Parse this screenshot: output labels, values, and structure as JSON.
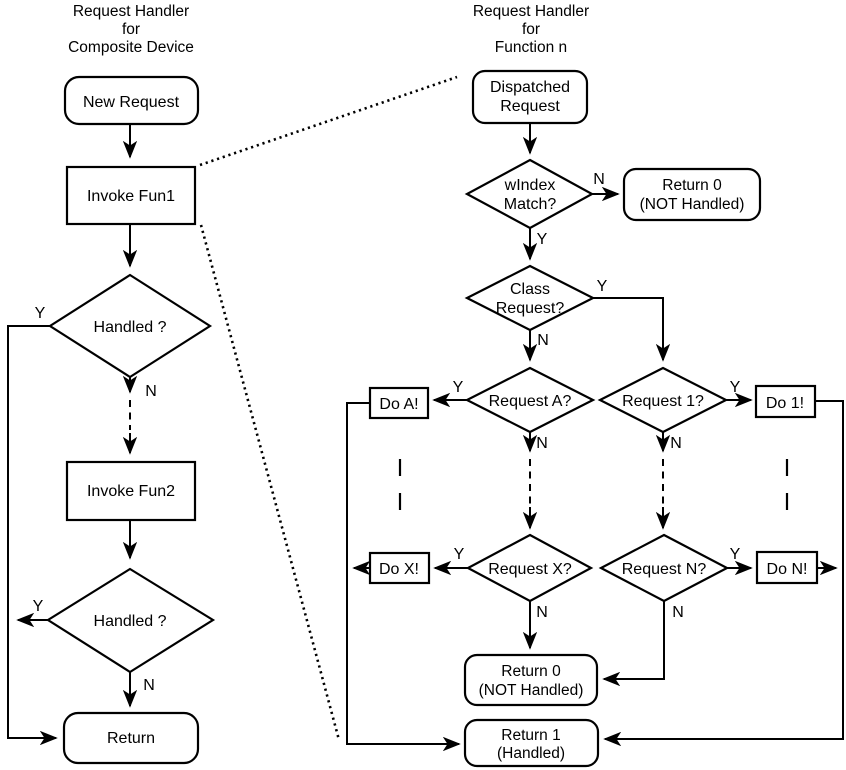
{
  "diagram": {
    "kind": "flowchart",
    "colors": {
      "background": "#ffffff",
      "stroke": "#000000",
      "shape_fill": "#ffffff",
      "text": "#000000"
    },
    "labels": {
      "yes": "Y",
      "no": "N"
    },
    "left_chart": {
      "title_lines": [
        "Request Handler",
        "for",
        "Composite Device"
      ],
      "nodes": {
        "new_request": "New Request",
        "invoke_fun1": "Invoke Fun1",
        "handled_1": "Handled ?",
        "invoke_fun2": "Invoke Fun2",
        "handled_2": "Handled ?",
        "return": "Return"
      }
    },
    "right_chart": {
      "title_lines": [
        "Request Handler",
        "for",
        "Function n"
      ],
      "nodes": {
        "dispatched_request_lines": [
          "Dispatched",
          "Request"
        ],
        "windex_match_lines": [
          "wIndex",
          "Match?"
        ],
        "return0_top_lines": [
          "Return 0",
          "(NOT Handled)"
        ],
        "class_request_lines": [
          "Class",
          "Request?"
        ],
        "request_a": "Request A?",
        "request_1": "Request 1?",
        "do_a": "Do A!",
        "do_1": "Do 1!",
        "request_x": "Request X?",
        "request_n": "Request N?",
        "do_x": "Do X!",
        "do_n": "Do N!",
        "return0_bottom_lines": [
          "Return 0",
          "(NOT Handled)"
        ],
        "return1_lines": [
          "Return 1",
          "(Handled)"
        ]
      }
    }
  }
}
